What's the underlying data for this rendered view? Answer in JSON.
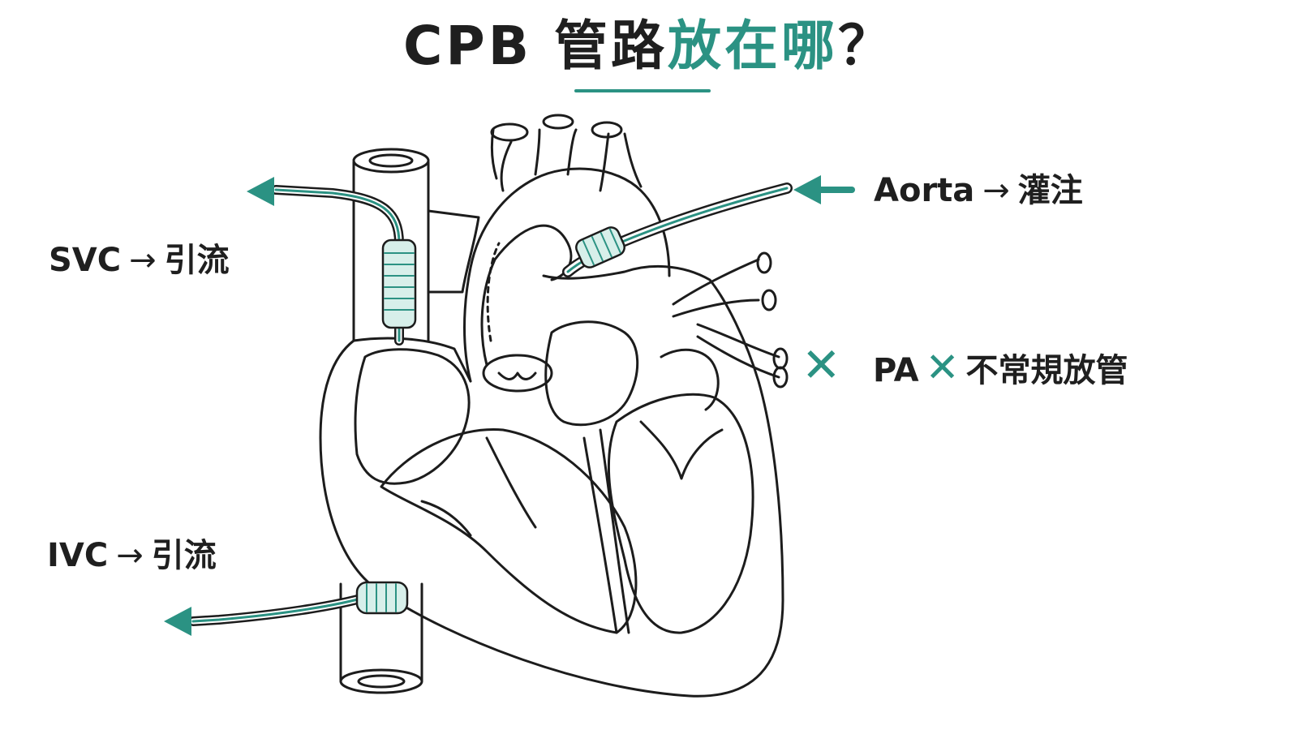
{
  "colors": {
    "accent": "#2b9283",
    "outline": "#1c1c1c"
  },
  "title": {
    "part1": "CPB 管路",
    "part2": "放在哪",
    "part3": "？"
  },
  "labels": {
    "svc": {
      "name": "SVC",
      "arrow": "→",
      "action": "引流"
    },
    "ivc": {
      "name": "IVC",
      "arrow": "→",
      "action": "引流"
    },
    "aorta": {
      "name": "Aorta",
      "arrow": "→",
      "action": "灌注"
    },
    "pa": {
      "x_mark": "✕",
      "name": "PA",
      "action": "不常規放管"
    }
  },
  "icons": [
    "heart-diagram",
    "cannula-icon",
    "arrow-left-icon",
    "cross-icon"
  ]
}
